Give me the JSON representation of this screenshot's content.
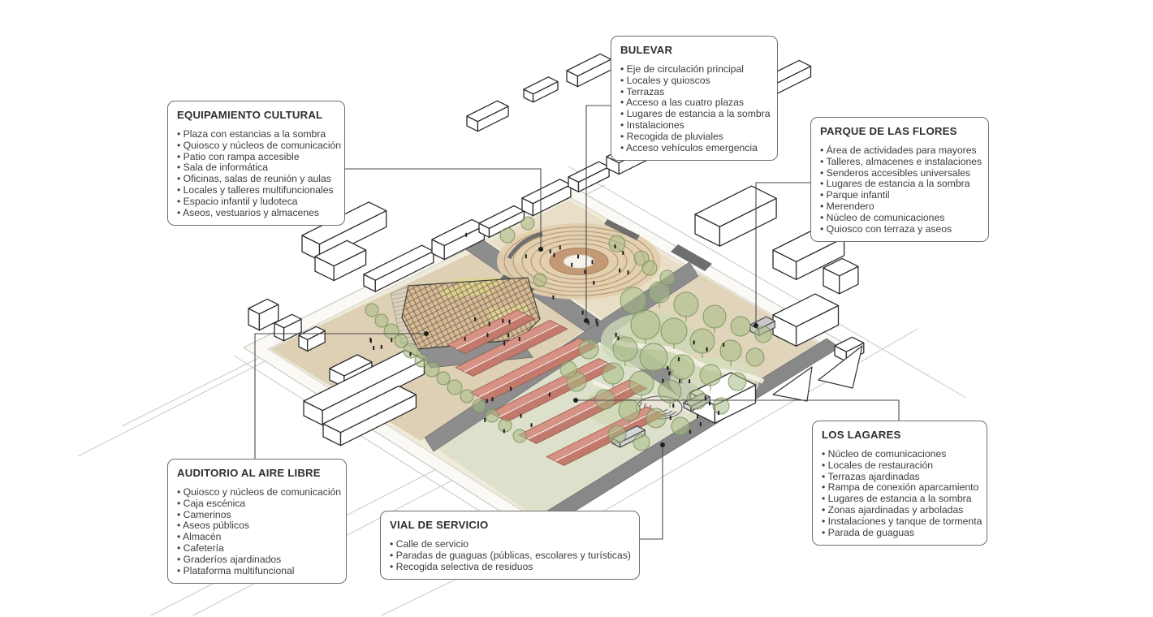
{
  "figure": {
    "type": "masterplan-axonometric-diagram",
    "language": "es"
  },
  "colors": {
    "roof_red_light": "#d69285",
    "roof_red_dark": "#c17a6b",
    "tree_green": "#aabf8e",
    "plaza_tan": "#e6d8bd",
    "path_gray": "#8d8d8d",
    "leader_line": "#4a4a4a",
    "building_outline": "#2d2d2d"
  },
  "callouts": [
    {
      "id": "equipamiento-cultural",
      "title": "EQUIPAMIENTO CULTURAL",
      "items": [
        "Plaza con estancias a la sombra",
        "Quiosco y núcleos de comunicación",
        "Patio con rampa accesible",
        "Sala de informática",
        "Oficinas, salas de reunión y aulas",
        "Locales y talleres multifuncionales",
        "Espacio infantil y ludoteca",
        "Aseos, vestuarios y almacenes"
      ]
    },
    {
      "id": "bulevar",
      "title": "BULEVAR",
      "items": [
        "Eje de circulación principal",
        "Locales y quioscos",
        "Terrazas",
        "Acceso a las cuatro plazas",
        "Lugares de estancia a la sombra",
        "Instalaciones",
        "Recogida de pluviales",
        "Acceso vehículos emergencia"
      ]
    },
    {
      "id": "parque-de-las-flores",
      "title": "PARQUE DE LAS FLORES",
      "items": [
        "Área de actividades para mayores",
        "Talleres, almacenes e instalaciones",
        "Senderos accesibles universales",
        "Lugares de estancia a la sombra",
        "Parque infantil",
        "Merendero",
        "Núcleo de comunicaciones",
        "Quiosco con terraza y aseos"
      ]
    },
    {
      "id": "auditorio-al-aire-libre",
      "title": "AUDITORIO AL AIRE LIBRE",
      "items": [
        "Quiosco y núcleos de comunicación",
        "Caja escénica",
        "Camerinos",
        "Aseos públicos",
        "Almacén",
        "Cafetería",
        "Graderíos ajardinados",
        "Plataforma multifuncional"
      ]
    },
    {
      "id": "vial-de-servicio",
      "title": "VIAL DE SERVICIO",
      "items": [
        "Calle de servicio",
        "Paradas de guaguas (públicas, escolares y turísticas)",
        "Recogida selectiva de residuos"
      ]
    },
    {
      "id": "los-lagares",
      "title": "LOS LAGARES",
      "items": [
        "Núcleo de comunicaciones",
        "Locales de restauración",
        "Terrazas ajardinadas",
        "Rampa de conexión aparcamiento",
        "Lugares de estancia a la sombra",
        "Zonas ajardinadas y arboladas",
        "Instalaciones y tanque de tormenta",
        "Parada de guaguas"
      ]
    }
  ]
}
